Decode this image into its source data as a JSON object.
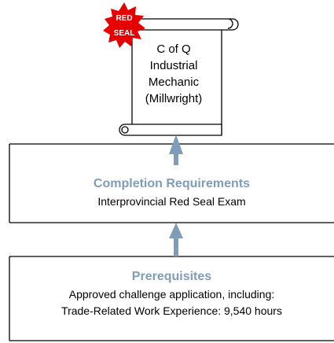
{
  "certificate": {
    "lines": [
      "C of Q",
      "Industrial",
      "Mechanic",
      "(Millwright)"
    ]
  },
  "badge": {
    "lines": [
      "RED",
      "SEAL"
    ],
    "color": "#e60000",
    "text_color": "#ffffff"
  },
  "completion": {
    "title": "Completion Requirements",
    "body": "Interprovincial Red Seal Exam"
  },
  "prerequisites": {
    "title": "Prerequisites",
    "body_lines": [
      "Approved challenge application, including:",
      "Trade-Related Work Experience: 9,540 hours"
    ]
  },
  "colors": {
    "title": "#7f9db9",
    "arrow": "#7f9db9",
    "line": "#000000"
  }
}
